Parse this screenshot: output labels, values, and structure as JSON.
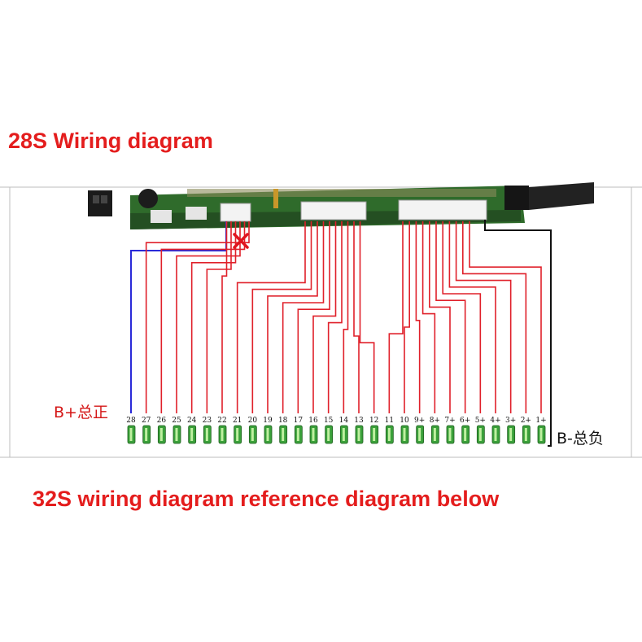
{
  "title": "28S Wiring diagram",
  "subtitle": "32S wiring diagram reference diagram below",
  "labels": {
    "positive": "B+总正",
    "negative": "B-总负",
    "cross_mark": "×"
  },
  "cell_numbers": [
    "28",
    "27",
    "26",
    "25",
    "24",
    "23",
    "22",
    "21",
    "20",
    "19",
    "18",
    "17",
    "16",
    "15",
    "14",
    "13",
    "12",
    "11",
    "10",
    "9+",
    "8+",
    "7+",
    "6+",
    "5+",
    "4+",
    "3+",
    "2+",
    "1+"
  ],
  "colors": {
    "title": "#e41d1d",
    "wire": "#e0202a",
    "b_plus_wire": "#2a2ad8",
    "b_minus_wire": "#111111",
    "pcb": "#2f6b2b",
    "cell": "#3aa03a",
    "cross": "#e0141e"
  }
}
